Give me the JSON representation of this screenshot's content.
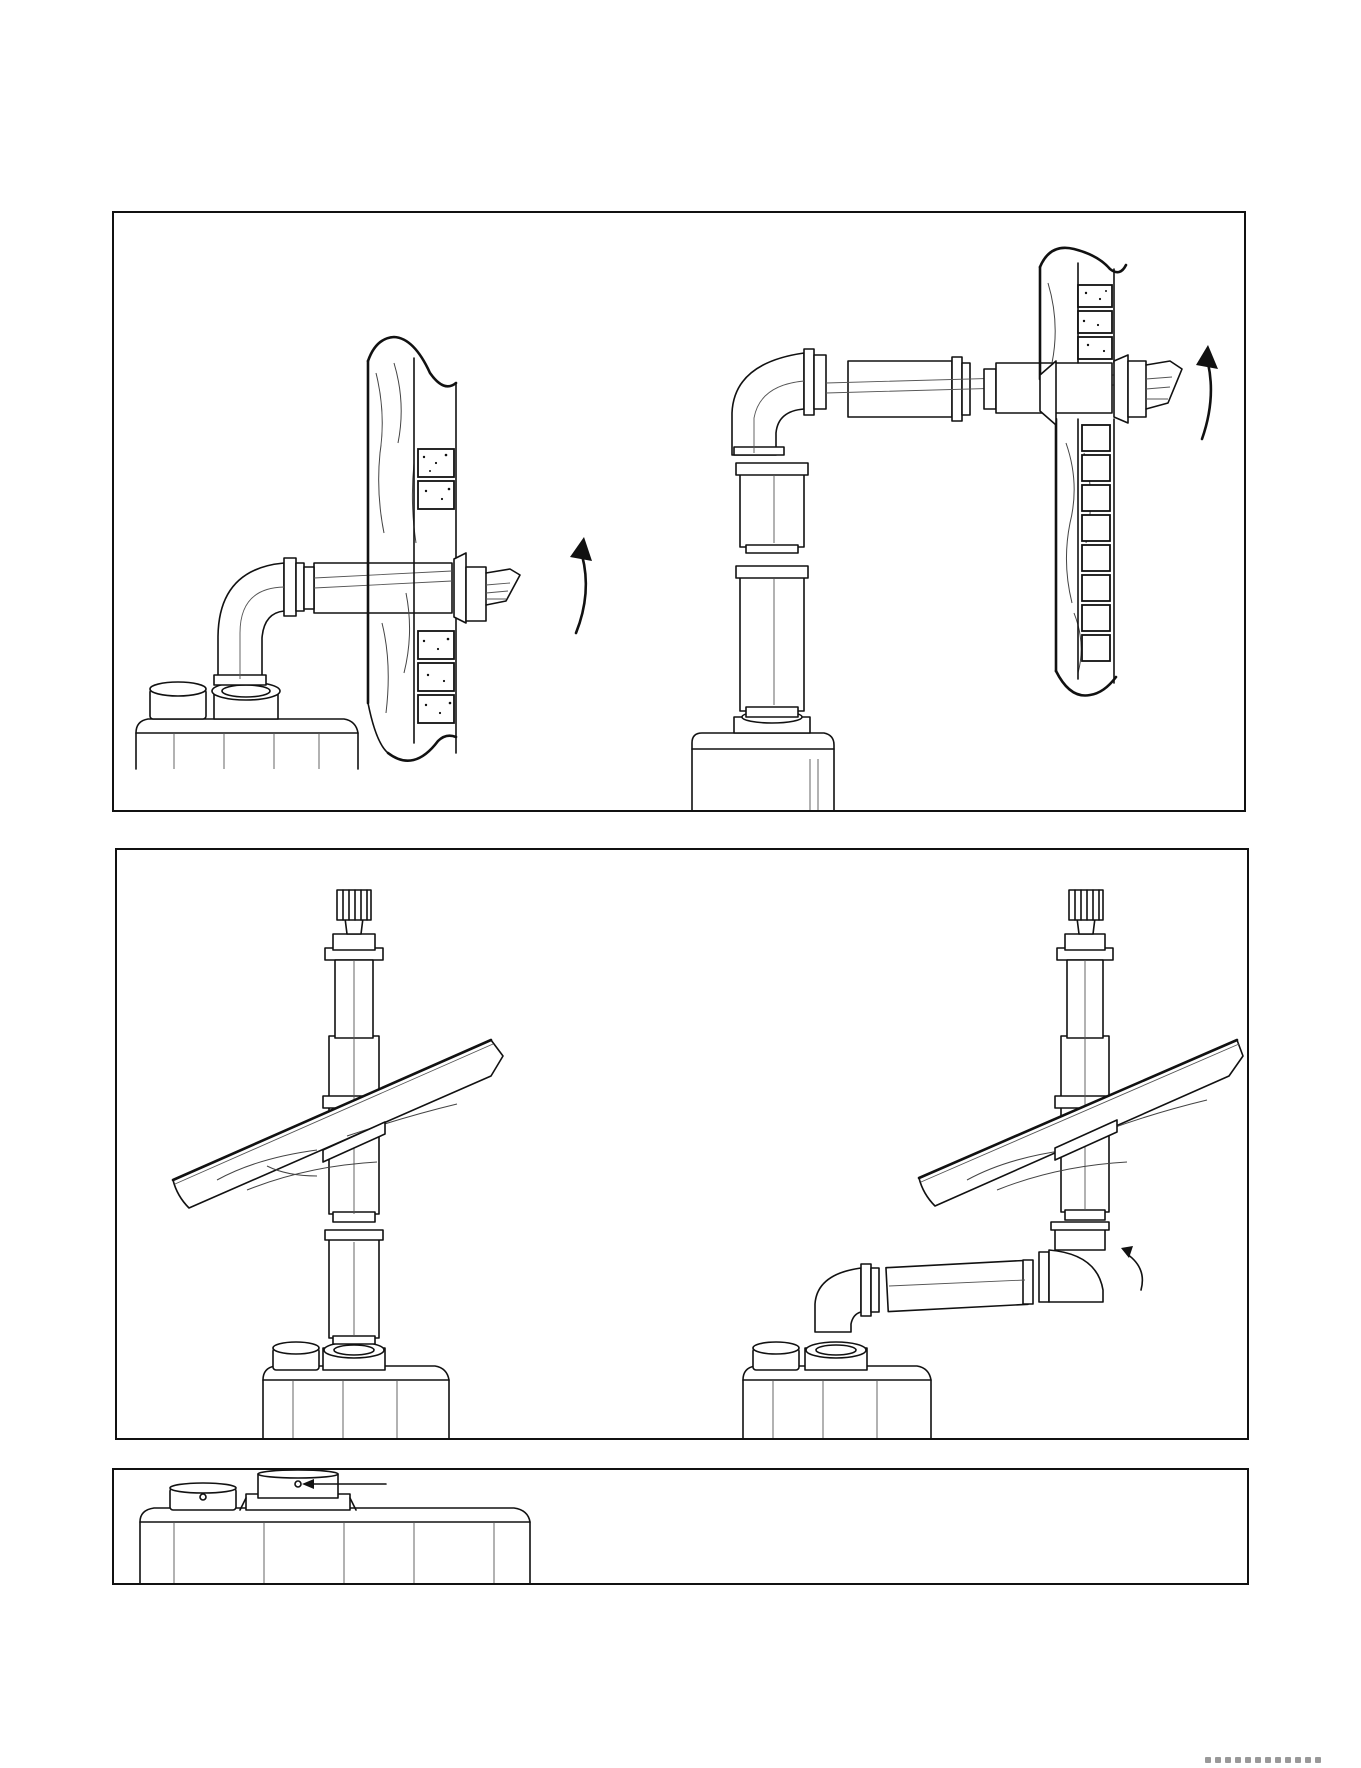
{
  "diagrams": {
    "wall_venting": {
      "variants": [
        "horizontal-short",
        "horizontal-extended"
      ],
      "arrows": [
        "rotate-terminal",
        "rotate-terminal"
      ]
    },
    "roof_venting": {
      "variants": [
        "vertical-straight",
        "vertical-with-offset"
      ],
      "arrows": [
        "rotate-elbow"
      ]
    },
    "top_connection": {
      "parts": [
        "intake-collar",
        "exhaust-collar",
        "screw-pointer"
      ]
    }
  },
  "colors": {
    "line": "#111111",
    "paper": "#ffffff"
  },
  "icons": [
    "curved-arrow-icon",
    "pointer-arrow-icon"
  ]
}
